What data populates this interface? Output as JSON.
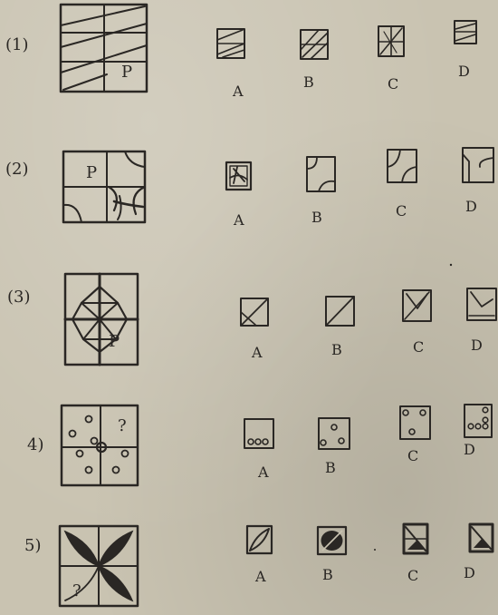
{
  "problems": [
    {
      "number": "(1)",
      "mark": "P",
      "options": [
        "A",
        "B",
        "C",
        "D"
      ]
    },
    {
      "number": "(2)",
      "mark": "P",
      "options": [
        "A",
        "B",
        "C",
        "D"
      ]
    },
    {
      "number": "(3)",
      "mark": "P",
      "options": [
        "A",
        "B",
        "C",
        "D"
      ]
    },
    {
      "number": "4)",
      "mark": "?",
      "options": [
        "A",
        "B",
        "C",
        "D"
      ]
    },
    {
      "number": "5)",
      "mark": "?",
      "options": [
        "A",
        "B",
        "C",
        "D"
      ]
    }
  ]
}
